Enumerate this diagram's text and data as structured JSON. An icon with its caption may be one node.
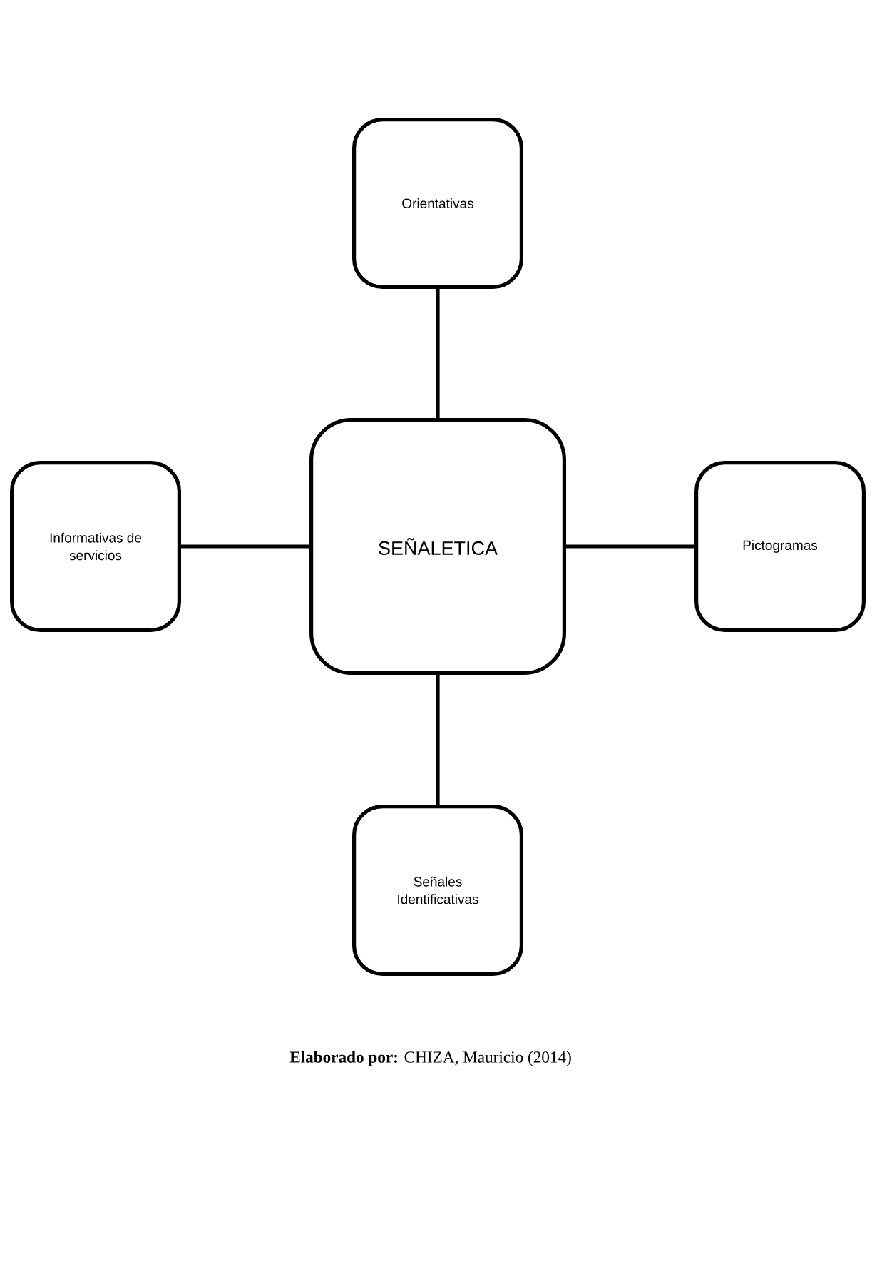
{
  "diagram": {
    "caption": "**Elaborado por:** CHIZA, Mauricio (2014)",
    "nodes": [
      {
        "text": [
          "Orientativas"
        ]
      },
      {
        "text": [
          "Informativas de servicios"
        ]
      },
      {
        "text": [
          "SEÑALETICA"
        ]
      },
      {
        "text": [
          "Pictogramas"
        ]
      },
      {
        "text": [
          "Señales Identificativas"
        ]
      }
    ],
    "edges": [
      {
        "from": 2,
        "to": 0,
        "arrow": "none"
      },
      {
        "from": 2,
        "to": 1,
        "arrow": "none"
      },
      {
        "from": 2,
        "to": 3,
        "arrow": "none"
      },
      {
        "from": 2,
        "to": 4,
        "arrow": "none"
      }
    ]
  }
}
